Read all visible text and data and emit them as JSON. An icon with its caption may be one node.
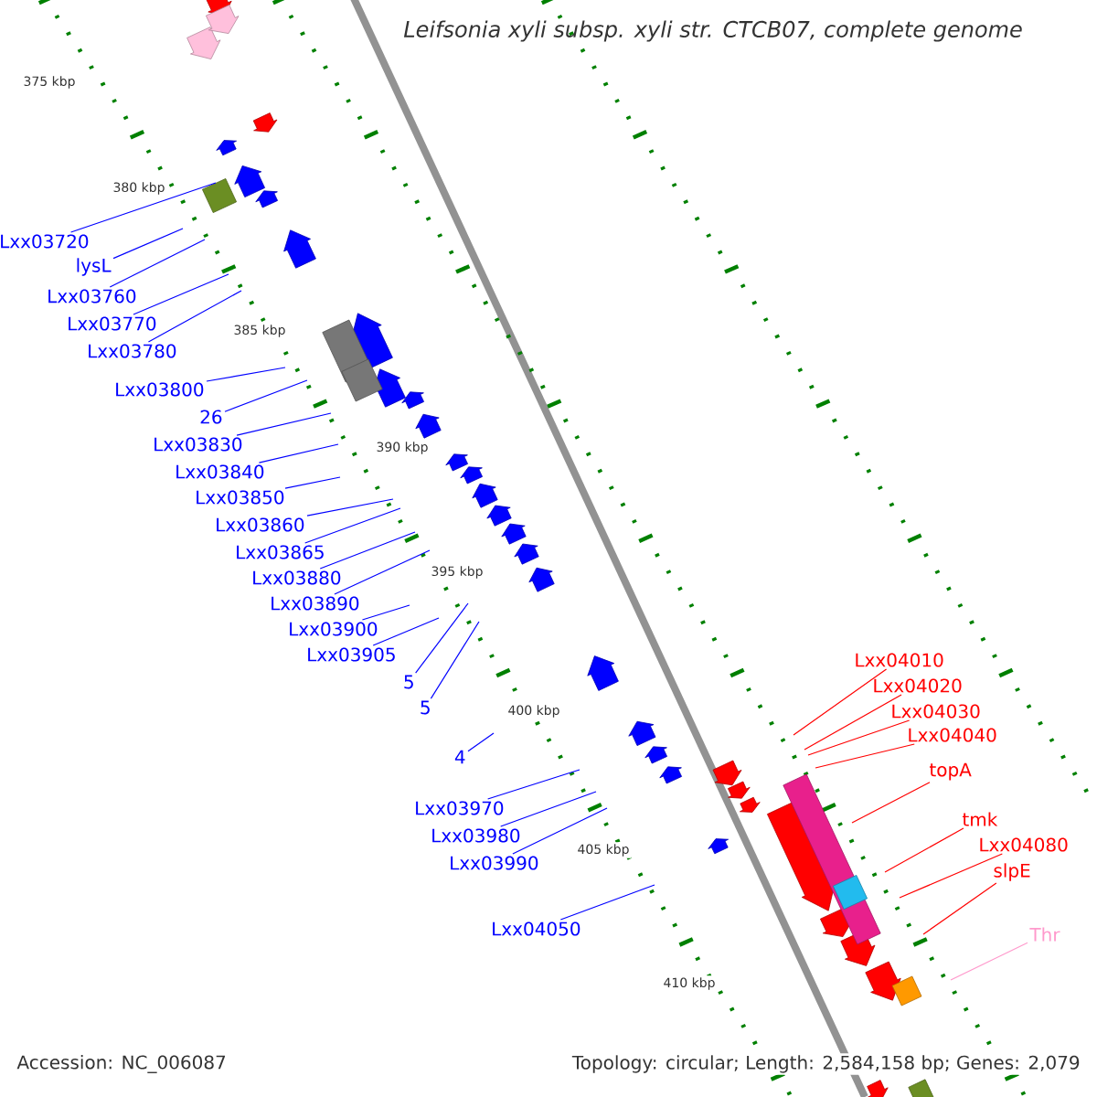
{
  "diagram": {
    "title": "Leifsonia xyli subsp. xyli str. CTCB07, complete genome",
    "nodes": [
      {
        "text": [
          "Lxx03720"
        ]
      },
      {
        "text": [
          "lysL"
        ]
      },
      {
        "text": [
          "Lxx03760"
        ]
      },
      {
        "text": [
          "Lxx03770"
        ]
      },
      {
        "text": [
          "Lxx03780"
        ]
      },
      {
        "text": [
          "Lxx03800"
        ]
      },
      {
        "text": [
          "26"
        ]
      },
      {
        "text": [
          "Lxx03830"
        ]
      },
      {
        "text": [
          "Lxx03840"
        ]
      },
      {
        "text": [
          "Lxx03850"
        ]
      },
      {
        "text": [
          "Lxx03860"
        ]
      },
      {
        "text": [
          "Lxx03865"
        ]
      },
      {
        "text": [
          "Lxx03880"
        ]
      },
      {
        "text": [
          "Lxx03890"
        ]
      },
      {
        "text": [
          "Lxx03900"
        ]
      },
      {
        "text": [
          "Lxx03905"
        ]
      },
      {
        "text": [
          "5"
        ]
      },
      {
        "text": [
          "5"
        ]
      },
      {
        "text": [
          "4"
        ]
      },
      {
        "text": [
          "Lxx03970"
        ]
      },
      {
        "text": [
          "Lxx03980"
        ]
      },
      {
        "text": [
          "Lxx03990"
        ]
      },
      {
        "text": [
          "Lxx04050"
        ]
      },
      {
        "text": [
          "Lxx04010"
        ]
      },
      {
        "text": [
          "Lxx04020"
        ]
      },
      {
        "text": [
          "Lxx04030"
        ]
      },
      {
        "text": [
          "Lxx04040"
        ]
      },
      {
        "text": [
          "topA"
        ]
      },
      {
        "text": [
          "tmk"
        ]
      },
      {
        "text": [
          "Lxx04080"
        ]
      },
      {
        "text": [
          "slpE"
        ]
      },
      {
        "text": [
          "Thr"
        ]
      }
    ],
    "edges": [
      {
        "from": 0,
        "to": null,
        "arrow": "none"
      },
      {
        "from": 1,
        "to": null,
        "arrow": "none"
      },
      {
        "from": 2,
        "to": null,
        "arrow": "none"
      },
      {
        "from": 3,
        "to": null,
        "arrow": "none"
      },
      {
        "from": 4,
        "to": null,
        "arrow": "none"
      },
      {
        "from": 5,
        "to": null,
        "arrow": "none"
      },
      {
        "from": 6,
        "to": null,
        "arrow": "none"
      },
      {
        "from": 7,
        "to": null,
        "arrow": "none"
      },
      {
        "from": 8,
        "to": null,
        "arrow": "none"
      },
      {
        "from": 9,
        "to": null,
        "arrow": "none"
      },
      {
        "from": 10,
        "to": null,
        "arrow": "none"
      },
      {
        "from": 11,
        "to": null,
        "arrow": "none"
      },
      {
        "from": 12,
        "to": null,
        "arrow": "none"
      },
      {
        "from": 13,
        "to": null,
        "arrow": "none"
      },
      {
        "from": 14,
        "to": null,
        "arrow": "none"
      },
      {
        "from": 15,
        "to": null,
        "arrow": "none"
      },
      {
        "from": 16,
        "to": null,
        "arrow": "none"
      },
      {
        "from": 17,
        "to": null,
        "arrow": "none"
      },
      {
        "from": 18,
        "to": null,
        "arrow": "none"
      },
      {
        "from": 19,
        "to": null,
        "arrow": "none"
      },
      {
        "from": 20,
        "to": null,
        "arrow": "none"
      },
      {
        "from": 21,
        "to": null,
        "arrow": "none"
      },
      {
        "from": 22,
        "to": null,
        "arrow": "none"
      },
      {
        "from": 23,
        "to": null,
        "arrow": "none",
        "color": "#ff0000"
      },
      {
        "from": 24,
        "to": null,
        "arrow": "none",
        "color": "#ff0000"
      },
      {
        "from": 25,
        "to": null,
        "arrow": "none",
        "color": "#ff0000"
      },
      {
        "from": 26,
        "to": null,
        "arrow": "none",
        "color": "#ff0000"
      },
      {
        "from": 27,
        "to": null,
        "arrow": "none",
        "color": "#ff0000"
      },
      {
        "from": 28,
        "to": null,
        "arrow": "none",
        "color": "#ff0000"
      },
      {
        "from": 29,
        "to": null,
        "arrow": "none",
        "color": "#ff0000"
      },
      {
        "from": 30,
        "to": null,
        "arrow": "none",
        "color": "#ff0000"
      },
      {
        "from": 31,
        "to": null,
        "arrow": "none",
        "color": "#ff99cc"
      }
    ],
    "labels": [
      "375 kbp",
      "380 kbp",
      "385 kbp",
      "390 kbp",
      "395 kbp",
      "400 kbp",
      "405 kbp",
      "410 kbp",
      "Accession: NC_006087",
      "Topology: circular; Length: 2,584,158 bp; Genes: 2,079"
    ]
  }
}
